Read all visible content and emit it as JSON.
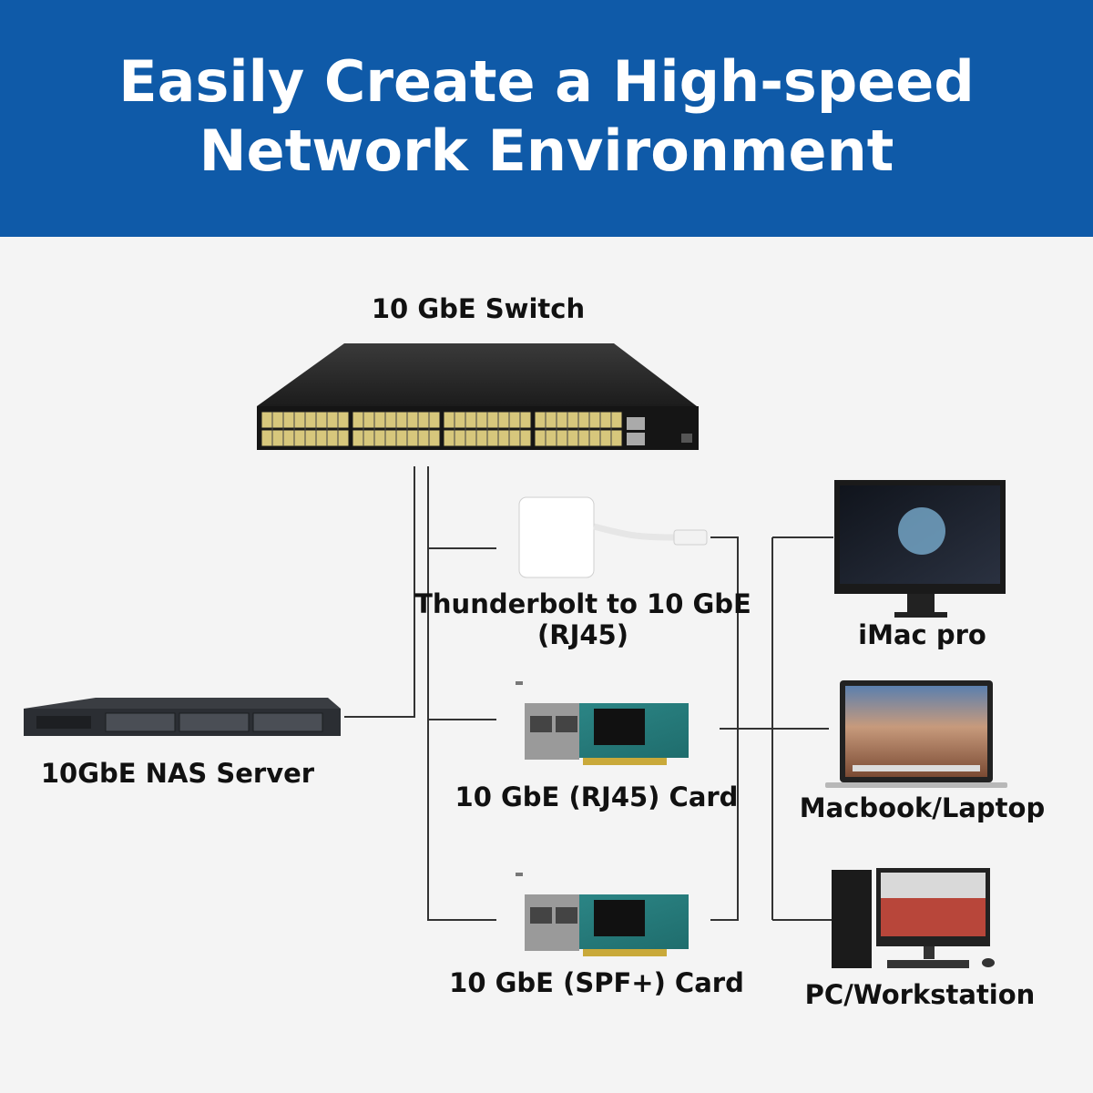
{
  "banner": {
    "title_line1": "Easily Create a High-speed",
    "title_line2": "Network Environment",
    "background_color": "#0f5aa8"
  },
  "nodes": {
    "switch": {
      "label": "10 GbE Switch",
      "icon": "network-switch-icon"
    },
    "nas": {
      "label": "10GbE NAS Server",
      "icon": "rack-server-icon"
    },
    "thunderbolt": {
      "label_line1": "Thunderbolt to 10 GbE",
      "label_line2": "(RJ45)",
      "icon": "thunderbolt-adapter-icon"
    },
    "rj45_card": {
      "label": "10 GbE (RJ45) Card",
      "icon": "network-card-icon"
    },
    "sfp_card": {
      "label": "10 GbE (SPF+) Card",
      "icon": "network-card-icon"
    },
    "imac": {
      "label": "iMac pro",
      "icon": "imac-icon"
    },
    "macbook": {
      "label": "Macbook/Laptop",
      "icon": "laptop-icon"
    },
    "pc": {
      "label": "PC/Workstation",
      "icon": "desktop-pc-icon"
    }
  }
}
